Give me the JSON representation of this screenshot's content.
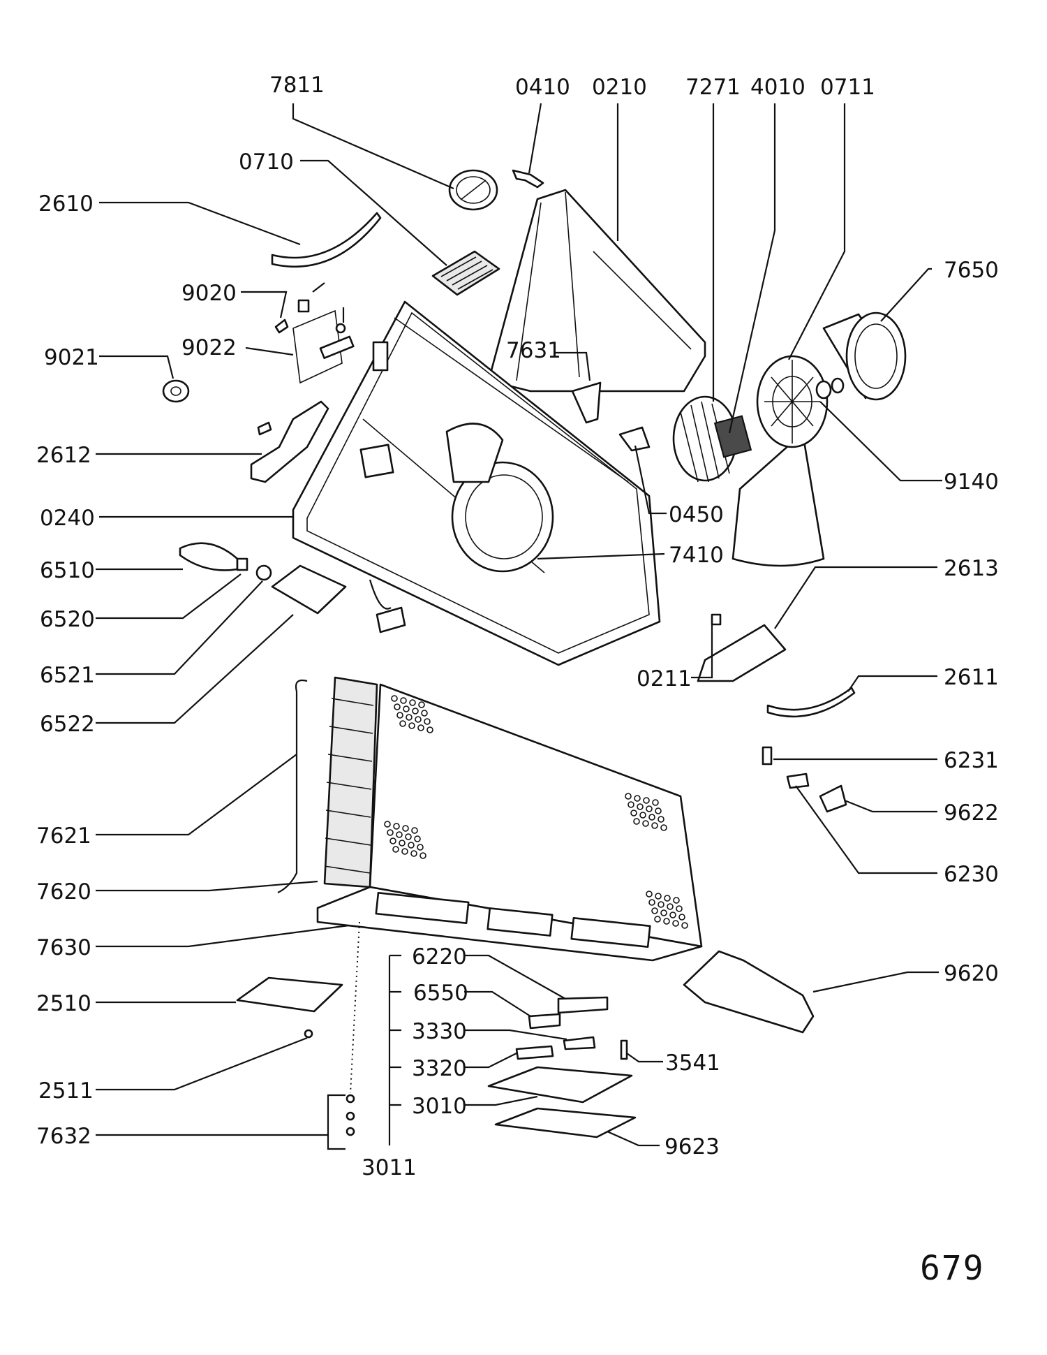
{
  "diagram": {
    "labels": [
      "7811",
      "0410",
      "0210",
      "7271",
      "4010",
      "0711",
      "0710",
      "2610",
      "7650",
      "9020",
      "9022",
      "9021",
      "7631",
      "2612",
      "9140",
      "0240",
      "0450",
      "6510",
      "7410",
      "2613",
      "6520",
      "6521",
      "0211",
      "2611",
      "6522",
      "6231",
      "9622",
      "7621",
      "6230",
      "7620",
      "7630",
      "6220",
      "9620",
      "6550",
      "2510",
      "3330",
      "3541",
      "3320",
      "2511",
      "3010",
      "7632",
      "9623",
      "3011"
    ],
    "page_number": "679"
  }
}
